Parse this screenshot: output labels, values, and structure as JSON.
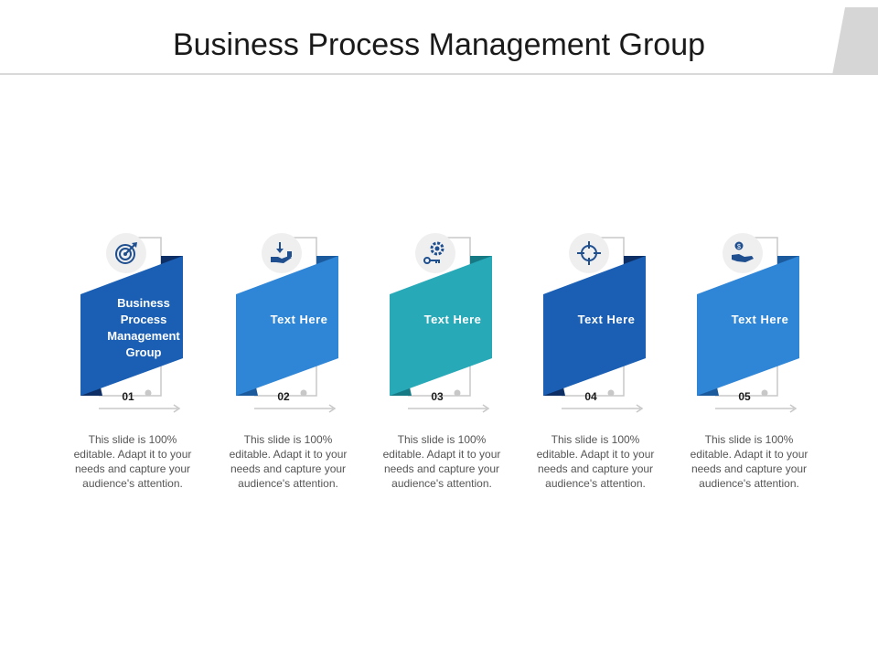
{
  "title": "Business Process Management Group",
  "colors": {
    "dark_blue": "#1a5fb4",
    "mid_blue": "#2f86d6",
    "teal": "#27a9b8",
    "icon_fill": "#1f4f8f"
  },
  "steps": [
    {
      "number": "01",
      "label": "Business Process Management Group",
      "icon": "target-icon",
      "color": "#1a5fb4",
      "description": "This slide is 100% editable. Adapt it to your needs and capture your audience's attention."
    },
    {
      "number": "02",
      "label": "Text Here",
      "icon": "hand-download-icon",
      "color": "#2f86d6",
      "description": "This slide is 100% editable. Adapt it to your needs and capture your audience's attention."
    },
    {
      "number": "03",
      "label": "Text Here",
      "icon": "gear-key-icon",
      "color": "#27a9b8",
      "description": "This slide is 100% editable. Adapt it to your needs and capture your audience's attention."
    },
    {
      "number": "04",
      "label": "Text Here",
      "icon": "crosshair-icon",
      "color": "#1a5fb4",
      "description": "This slide is 100% editable. Adapt it to your needs and capture your audience's attention."
    },
    {
      "number": "05",
      "label": "Text Here",
      "icon": "hand-coin-icon",
      "color": "#2f86d6",
      "description": "This slide is 100% editable. Adapt it to your needs and capture your audience's attention."
    }
  ]
}
